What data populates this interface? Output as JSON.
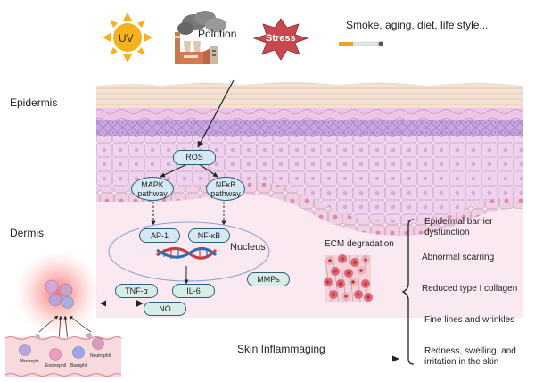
{
  "stressors": {
    "uv": "UV",
    "pollution": "Polution",
    "stress": "Stress",
    "lifestyle": "Smoke, aging, diet, life style..."
  },
  "layers": {
    "epidermis": "Epidermis",
    "dermis": "Dermis"
  },
  "pathway": {
    "ros": "ROS",
    "mapk_line1": "MAPK",
    "mapk_line2": "pathway",
    "nfkb_path_line1": "NFκB",
    "nfkb_path_line2": "pathway",
    "ap1": "AP-1",
    "nfkb": "NF-κB",
    "nucleus": "Nucleus",
    "tnfa": "TNF-α",
    "il6": "IL-6",
    "no": "NO",
    "mmps": "MMPs"
  },
  "ecm": {
    "label": "ECM degradation"
  },
  "immune_cells": [
    "Monocyte",
    "Eosinophil",
    "Basophil",
    "Neutrophil"
  ],
  "inflammaging_label": "Skin Inflammaging",
  "effects": [
    "Epidermal barrier dysfunction",
    "Abnormal scarring",
    "Reduced type I collagen",
    "Fine lines and wrinkles",
    "Redness, swelling, and irritation in the skin"
  ],
  "colors": {
    "sun": "#f5b21a",
    "stress": "#c9474f",
    "dermis_bg": "#fbe9f1",
    "node_blue": "#d6e8f4",
    "node_green": "#d7ede6",
    "node_border": "#2f5d7c"
  }
}
